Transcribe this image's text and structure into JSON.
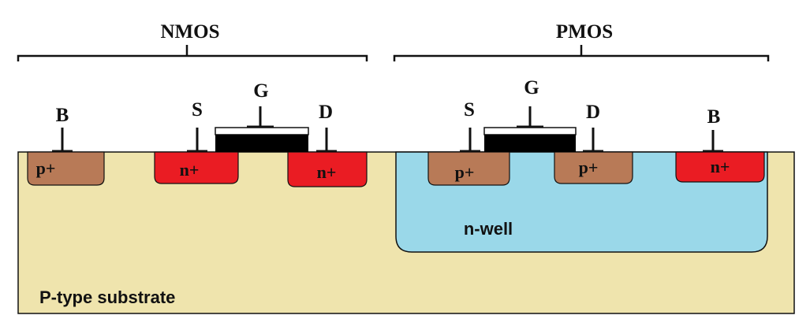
{
  "nmos": {
    "title": "NMOS",
    "body_label": "B",
    "source_label": "S",
    "gate_label": "G",
    "drain_label": "D",
    "body_doping": "p+",
    "source_doping": "n+",
    "drain_doping": "n+"
  },
  "pmos": {
    "title": "PMOS",
    "source_label": "S",
    "gate_label": "G",
    "drain_label": "D",
    "body_label": "B",
    "source_doping": "p+",
    "drain_doping": "p+",
    "body_doping": "n+"
  },
  "nwell_label": "n-well",
  "substrate_label": "P-type substrate",
  "colors": {
    "substrate": "#efe4ad",
    "nwell": "#9ad8e9",
    "p_plus": "#b87a57",
    "n_plus": "#ea1c23",
    "gate_metal": "#000000",
    "gate_oxide": "#ffffff",
    "line": "#111111"
  }
}
